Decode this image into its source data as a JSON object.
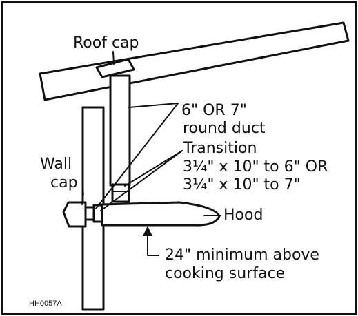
{
  "labels": {
    "roof_cap": "Roof cap",
    "duct_line1": "6\" OR  7\"",
    "duct_line2": "round duct",
    "transition": "Transition",
    "transition_line1": "3¼\" x 10\" to 6\" OR",
    "transition_line2": "3¼\" x 10\" to 7\"",
    "wall": "Wall",
    "cap": "cap",
    "hood": "Hood",
    "clearance_line1": "24\" minimum above",
    "clearance_line2": "cooking surface",
    "figure_id": "HH0057A"
  }
}
